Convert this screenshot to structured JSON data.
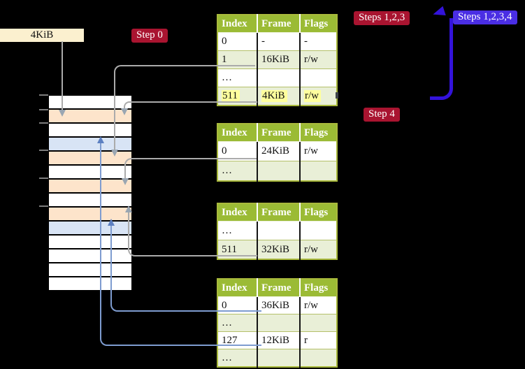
{
  "colors": {
    "header-green": "#9bbb35",
    "table-border": "#a9b93c",
    "row-light": "#e9efd7",
    "highlight-yellow": "#feff9d",
    "mem-orange": "#fde4cb",
    "mem-blue": "#d8e4f5",
    "label-cream": "#fbf0cf",
    "badge-red": "#a91430",
    "badge-blue": "#4a2ee4",
    "arrow-blue": "#3313db",
    "line-gray": "#ababab",
    "line-blue": "#7e9cd0",
    "arrow-gray": "#9aa6b2",
    "arrow-blue-head": "#5c80c2"
  },
  "label_4kib": "4KiB",
  "badges": {
    "step0": "Step 0",
    "steps123": "Steps 1,2,3",
    "steps1234": "Steps 1,2,3,4",
    "step4": "Step 4"
  },
  "tables": [
    {
      "headers": [
        "Index",
        "Frame",
        "Flags"
      ],
      "rows": [
        {
          "cells": [
            "0",
            "-",
            "-"
          ],
          "shaded": false,
          "highlight": false
        },
        {
          "cells": [
            "1",
            "16KiB",
            "r/w"
          ],
          "shaded": true,
          "highlight": false
        },
        {
          "cells": [
            "…",
            "",
            ""
          ],
          "shaded": false,
          "highlight": false
        },
        {
          "cells": [
            "511",
            "4KiB",
            "r/w"
          ],
          "shaded": true,
          "highlight": true
        }
      ]
    },
    {
      "headers": [
        "Index",
        "Frame",
        "Flags"
      ],
      "rows": [
        {
          "cells": [
            "0",
            "24KiB",
            "r/w"
          ],
          "shaded": false,
          "highlight": false
        },
        {
          "cells": [
            "…",
            "",
            ""
          ],
          "shaded": true,
          "highlight": false
        }
      ]
    },
    {
      "headers": [
        "Index",
        "Frame",
        "Flags"
      ],
      "rows": [
        {
          "cells": [
            "…",
            "",
            ""
          ],
          "shaded": false,
          "highlight": false
        },
        {
          "cells": [
            "511",
            "32KiB",
            "r/w"
          ],
          "shaded": true,
          "highlight": false
        }
      ]
    },
    {
      "headers": [
        "Index",
        "Frame",
        "Flags"
      ],
      "rows": [
        {
          "cells": [
            "0",
            "36KiB",
            "r/w"
          ],
          "shaded": false,
          "highlight": false
        },
        {
          "cells": [
            "…",
            "",
            ""
          ],
          "shaded": true,
          "highlight": false
        },
        {
          "cells": [
            "127",
            "12KiB",
            "r"
          ],
          "shaded": false,
          "highlight": false
        },
        {
          "cells": [
            "…",
            "",
            ""
          ],
          "shaded": true,
          "highlight": false
        }
      ]
    }
  ],
  "memory_rows": [
    "white",
    "orange",
    "white",
    "blue",
    "orange",
    "white",
    "orange",
    "white",
    "orange",
    "blue",
    "white",
    "white",
    "white",
    "white"
  ]
}
